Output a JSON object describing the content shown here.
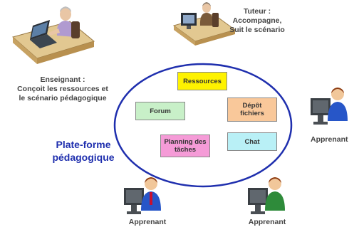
{
  "roles": {
    "teacher": {
      "lines": [
        "Enseignant :",
        "Conçoit les ressources et",
        "le scénario pédagogique"
      ]
    },
    "tutor": {
      "lines": [
        "Tuteur :",
        "Accompagne,",
        "Suit le scénario"
      ]
    },
    "learner_right": {
      "label": "Apprenant"
    },
    "learner_bottom_left": {
      "label": "Apprenant"
    },
    "learner_bottom_right": {
      "label": "Apprenant"
    }
  },
  "platform": {
    "label_lines": [
      "Plate-forme",
      "pédagogique"
    ],
    "border_color": "#1f2fae",
    "tools": {
      "resources": {
        "lines": [
          "Ressources"
        ],
        "color": "#fef200"
      },
      "forum": {
        "lines": [
          "Forum"
        ],
        "color": "#c8f0c8"
      },
      "deposit": {
        "lines": [
          "Dépôt",
          "fichiers"
        ],
        "color": "#f9c89a"
      },
      "planning": {
        "lines": [
          "Planning des",
          "tâches"
        ],
        "color": "#f59bd7"
      },
      "chat": {
        "lines": [
          "Chat"
        ],
        "color": "#b9f0f6"
      }
    }
  },
  "icons": {
    "teacher_desk": "person-at-computer-desk-icon",
    "tutor_desk": "person-at-computer-desk-icon",
    "learner": "learner-at-monitor-icon"
  }
}
